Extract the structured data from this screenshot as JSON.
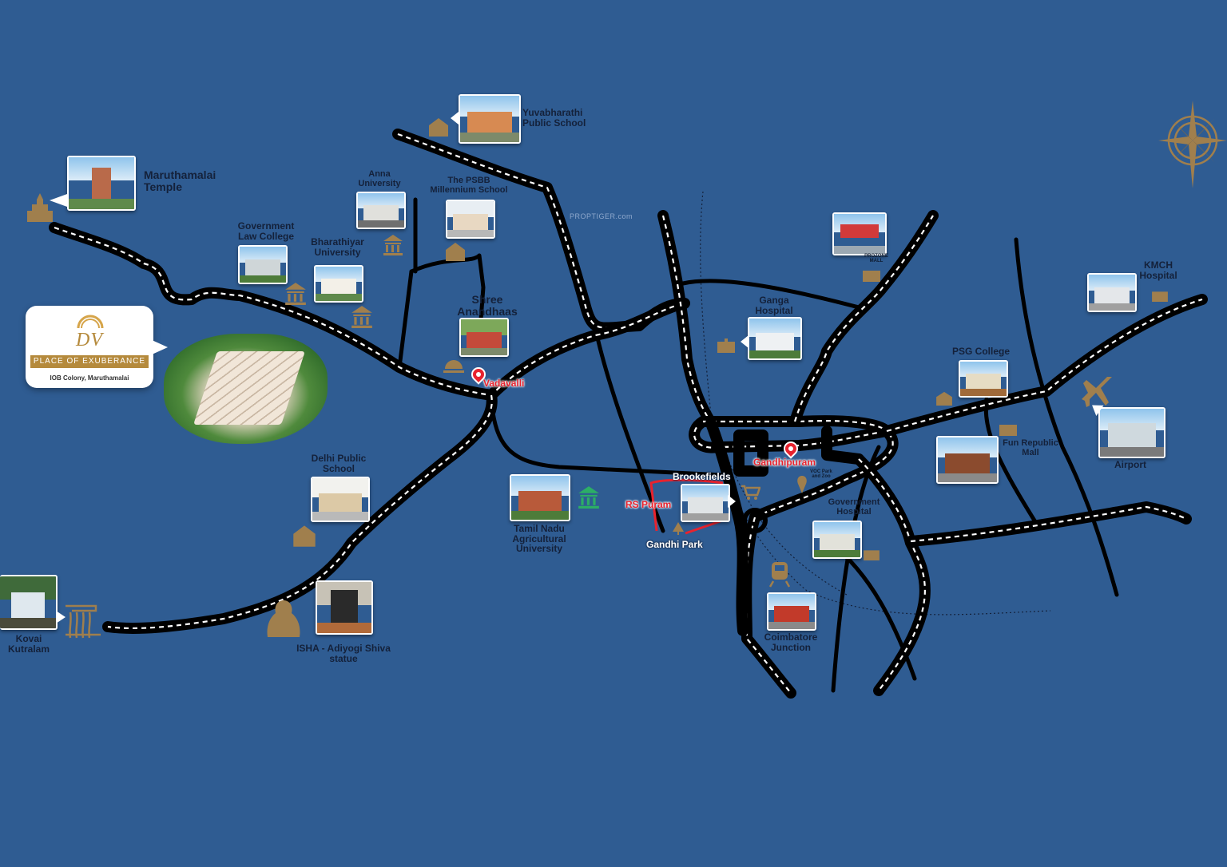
{
  "brand": {
    "logo_text": "DV",
    "tagline": "PLACE OF EXUBERANCE",
    "location": "IOB Colony, Maruthamalai"
  },
  "watermark": "PROPTIGER.com",
  "landmarks": {
    "yuvabharathi": "Yuvabharathi\nPublic School",
    "maruthamalai": "Maruthamalai\nTemple",
    "anna_university": "Anna\nUniversity",
    "psbb": "The PSBB\nMillennium School",
    "govt_law": "Government\nLaw College",
    "bharathiyar": "Bharathiyar\nUniversity",
    "shree_anandhaas": "Shree\nAnandhaas",
    "vadavalli": "Vadavalli",
    "prozone": "PROZONE\nMALL",
    "ganga": "Ganga\nHospital",
    "kmch": "KMCH\nHospital",
    "psg": "PSG College",
    "gandhipuram": "Gandhipuram",
    "voc_park": "VOC Park\nand Zoo",
    "fun_republic": "Fun Republic\nMall",
    "airport": "Airport",
    "delhi_public": "Delhi Public\nSchool",
    "tnau": "Tamil Nadu\nAgricultural\nUniversity",
    "brookefields": "Brookefields",
    "rs_puram": "RS Puram",
    "gandhi_park": "Gandhi Park",
    "govt_hospital": "Government\nHospital",
    "coimbatore_jn": "Coimbatore\nJunction",
    "kovai_kutralam": "Kovai\nKutralam",
    "isha": "ISHA - Adiyogi Shiva\nstatue"
  },
  "colors": {
    "background": "#2f5c92",
    "road": "#000000",
    "road_dash": "#ffffff",
    "icon_gold": "#a07f4d",
    "pin_red": "#e8232e",
    "label": "#14213a"
  },
  "icons": [
    "temple-icon",
    "school-icon",
    "university-icon",
    "restaurant-icon",
    "mall-icon",
    "hospital-icon",
    "airplane-icon",
    "train-icon",
    "waterfall-icon",
    "statue-icon",
    "compass-icon",
    "location-pin-icon"
  ]
}
